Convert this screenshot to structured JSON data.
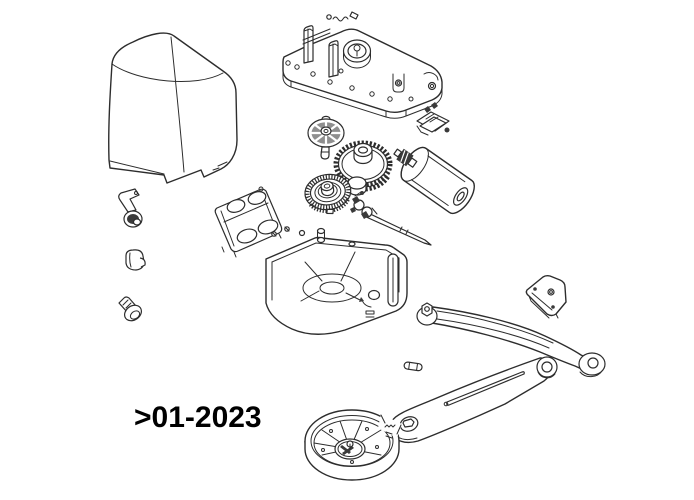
{
  "diagram": {
    "type": "exploded-parts-diagram",
    "subject": "gate-operator-gearmotor",
    "label": ">01-2023",
    "colors": {
      "line": "#2d2d2d",
      "background": "#ffffff",
      "label_text": "#000000",
      "shade": "#8f8f8f",
      "dark": "#3a3a3a"
    },
    "parts": [
      "cover-housing",
      "release-lever-lock",
      "release-cap",
      "fixing-screw",
      "mounting-bracket",
      "upper-gearbox-chassis",
      "limit-switch-clip",
      "spoked-pinion-wheel",
      "crown-gear",
      "reduction-gear",
      "electric-motor",
      "worm-drive-shaft",
      "lower-gearbox-housing",
      "gate-bracket",
      "curved-transmission-arm",
      "straight-transmission-arm",
      "pivot-pin",
      "output-drum-wheel"
    ]
  }
}
